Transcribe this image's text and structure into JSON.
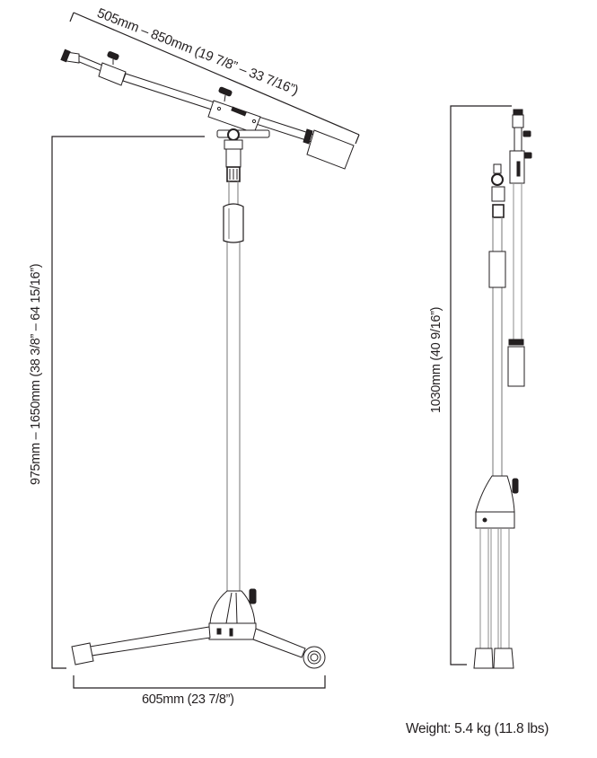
{
  "diagram": {
    "subject": "Boom microphone stand dimension drawing",
    "views": [
      {
        "name": "front-view-extended",
        "description": "Tripod stand with extended telescoping boom arm"
      },
      {
        "name": "side-view-folded",
        "description": "Stand with legs folded and boom arm lowered parallel to pole"
      }
    ],
    "dimensions": {
      "boom_length": "505mm – 850mm (19 7/8” – 33 7/16”)",
      "stand_height": "975mm – 1650mm (38 3/8” – 64 15/16”)",
      "base_width": "605mm (23 7/8”)",
      "folded_height": "1030mm (40 9/16”)"
    },
    "weight": "Weight: 5.4 kg (11.8 lbs)",
    "colors": {
      "line": "#231f20",
      "grey": "#8c8c8c",
      "fill": "#ffffff"
    }
  }
}
